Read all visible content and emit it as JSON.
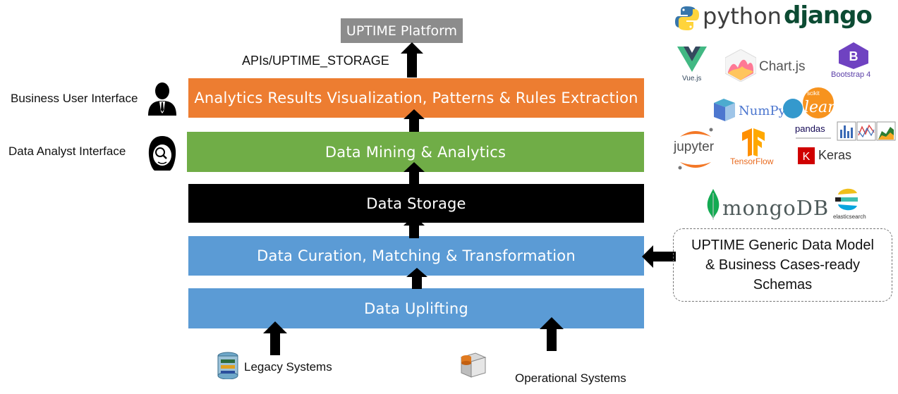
{
  "platform": {
    "label": "UPTIME Platform"
  },
  "api_label": "APIs/UPTIME_STORAGE",
  "layers": [
    {
      "label": "Analytics Results Visualization, Patterns & Rules Extraction",
      "color": "#ed7d31"
    },
    {
      "label": "Data Mining & Analytics",
      "color": "#70ad47"
    },
    {
      "label": "Data Storage",
      "color": "#000000"
    },
    {
      "label": "Data Curation, Matching & Transformation",
      "color": "#5b9bd5"
    },
    {
      "label": "Data Uplifting",
      "color": "#5b9bd5"
    }
  ],
  "interfaces": {
    "business": "Business User Interface",
    "analyst": "Data Analyst Interface"
  },
  "sources": {
    "legacy": "Legacy Systems",
    "operational": "Operational Systems"
  },
  "schema_box": {
    "line1": "UPTIME Generic Data Model",
    "line2": "& Business Cases-ready",
    "line3": "Schemas"
  },
  "logos": {
    "python": "python",
    "django": "django",
    "vue": "Vue.js",
    "chartjs": "Chart.js",
    "bootstrap": "Bootstrap 4",
    "numpy": "NumPy",
    "sklearn": "learn",
    "sklearn_small": "scikit",
    "pandas": "pandas",
    "jupyter": "jupyter",
    "tensorflow": "TensorFlow",
    "keras": "Keras",
    "mongodb": "mongoDB",
    "elasticsearch": "elasticsearch"
  }
}
